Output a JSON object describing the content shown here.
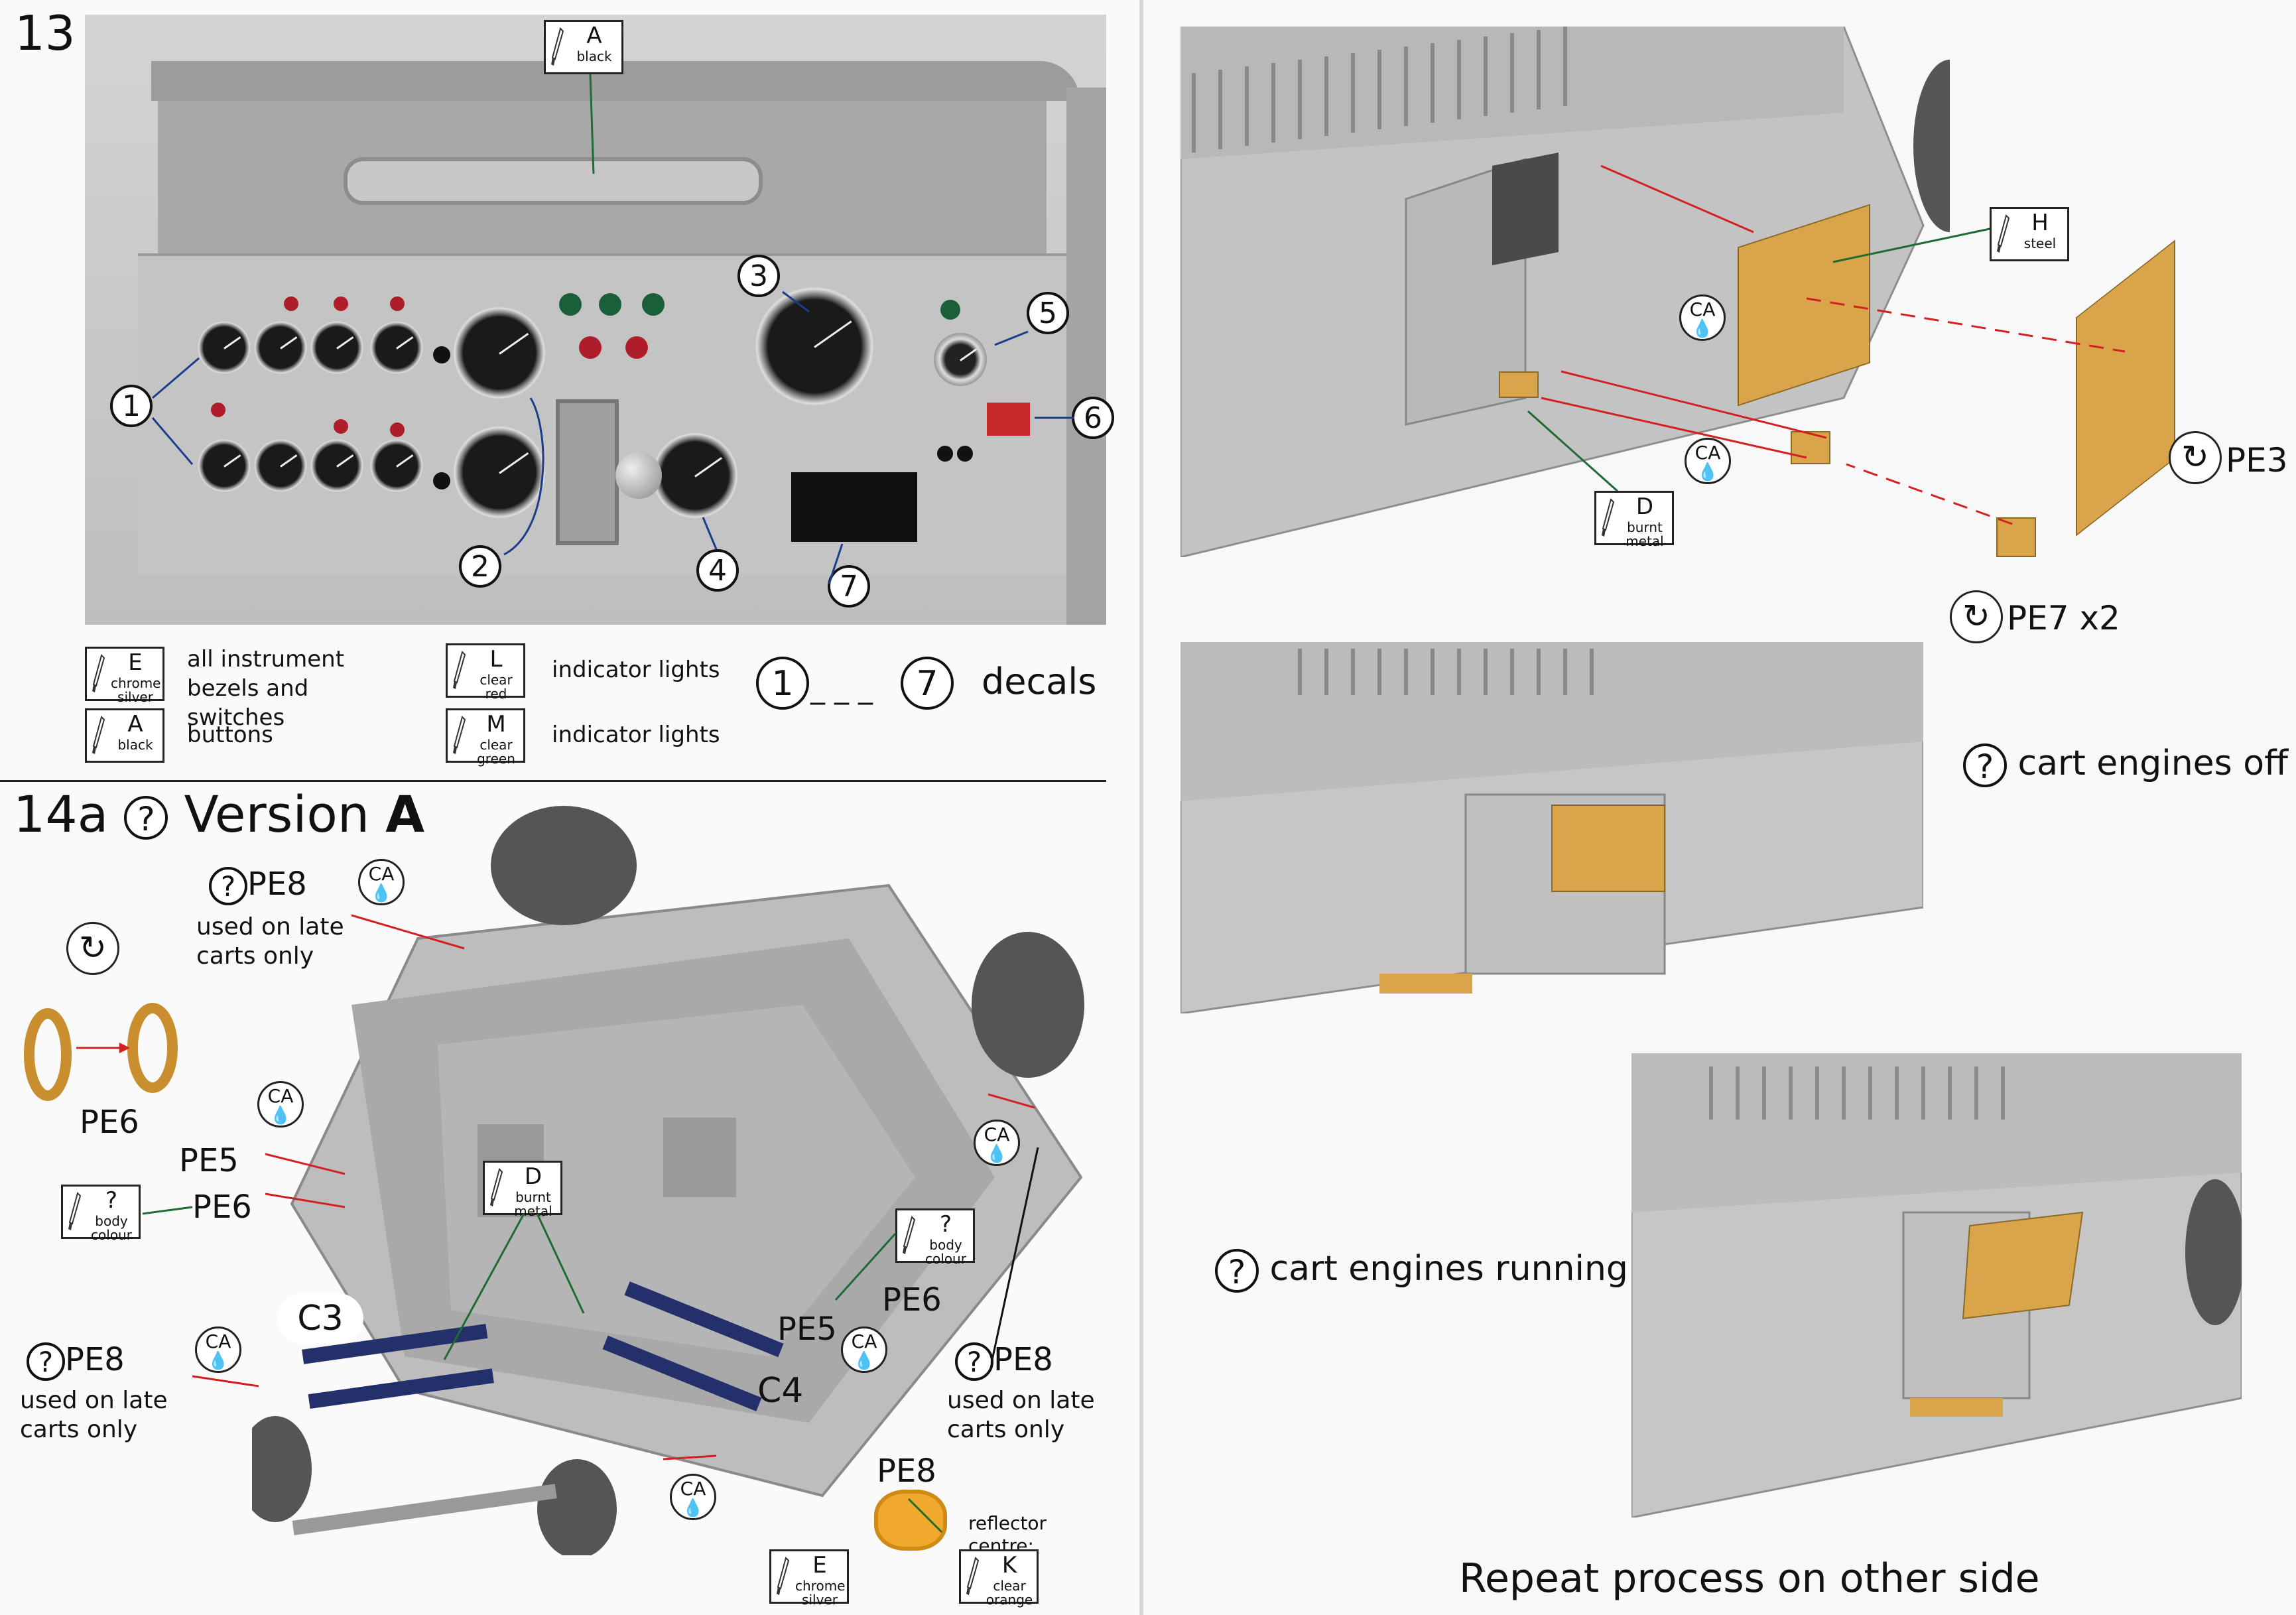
{
  "step13": {
    "number": "13",
    "paint_top": {
      "code": "A",
      "name": "black"
    },
    "callouts": [
      "1",
      "2",
      "3",
      "4",
      "5",
      "6",
      "7"
    ],
    "legend": [
      {
        "code": "E",
        "name": "chrome silver",
        "text": "all instrument bezels and switches"
      },
      {
        "code": "A",
        "name": "black",
        "text": "buttons"
      },
      {
        "code": "L",
        "name": "clear red",
        "text": "indicator lights"
      },
      {
        "code": "M",
        "name": "clear green",
        "text": "indicator lights"
      }
    ],
    "decals": {
      "from": "1",
      "dash": "_ _ _",
      "to": "7",
      "label": "decals"
    }
  },
  "step14a": {
    "number": "14a",
    "q": "?",
    "title": "Version",
    "title_bold": "A",
    "pe8_top": {
      "part": "PE8",
      "note1": "used on late",
      "note2": "carts only"
    },
    "pe8_left": {
      "part": "PE8",
      "note1": "used on late",
      "note2": "carts only"
    },
    "pe8_right": {
      "part": "PE8",
      "note1": "used on late",
      "note2": "carts only"
    },
    "pe8_bottom": "PE8",
    "labels": {
      "pe6a": "PE6",
      "pe5": "PE5",
      "pe6b": "PE6",
      "c3": "C3",
      "c4": "C4",
      "pe5b": "PE5",
      "pe6c": "PE6"
    },
    "ca": "CA",
    "paint_body_left": {
      "code": "?",
      "name": "body colour"
    },
    "paint_body_right": {
      "code": "?",
      "name": "body colour"
    },
    "paint_burnt": {
      "code": "D",
      "name": "burnt metal"
    },
    "paint_chrome": {
      "code": "E",
      "name": "chrome silver"
    },
    "paint_orange": {
      "code": "K",
      "name": "clear orange"
    },
    "reflector_note1": "reflector",
    "reflector_note2": "centre:"
  },
  "step14b": {
    "paint_steel": {
      "code": "H",
      "name": "steel"
    },
    "paint_burnt": {
      "code": "D",
      "name": "burnt metal"
    },
    "ca": "CA",
    "pe3": "PE3",
    "pe7": "PE7 x2",
    "q": "?",
    "engines_off": "cart engines off",
    "engines_running": "cart engines running",
    "repeat": "Repeat process on other side"
  },
  "colors": {
    "resin": "#d9a44a",
    "leader_red": "#d32020",
    "leader_green": "#1e6b34",
    "leader_blue": "#1c3c8c"
  }
}
